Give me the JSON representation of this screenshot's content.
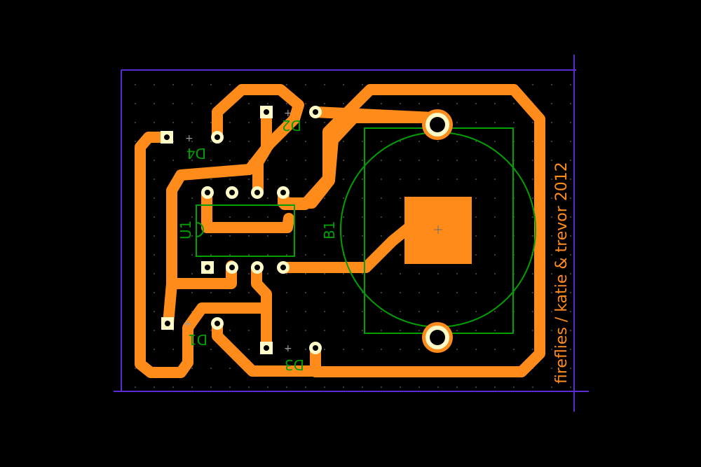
{
  "colors": {
    "background": "#000000",
    "copper": "#ff8c1a",
    "silkscreen": "#00a000",
    "pad": "#fffbc8",
    "board_outline": "#5a2ad2",
    "grid_dot": "#3c3c3c"
  },
  "board": {
    "credit": "fireflies / katie & trevor 2012"
  },
  "components": {
    "u1": {
      "label": "U1"
    },
    "b1": {
      "label": "B1"
    },
    "d1": {
      "label": "D1",
      "polarity": "+"
    },
    "d2": {
      "label": "D2",
      "polarity": "+"
    },
    "d3": {
      "label": "D3",
      "polarity": "+"
    },
    "d4": {
      "label": "D4",
      "polarity": "+"
    }
  }
}
